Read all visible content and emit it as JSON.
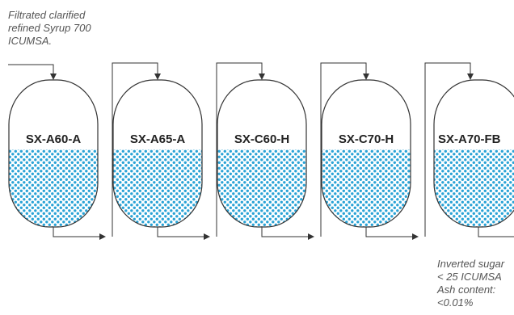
{
  "input_note": {
    "lines": [
      "Filtrated clarified",
      "refined Syrup 700",
      "ICUMSA."
    ]
  },
  "tanks": [
    {
      "label": "SX-A60-A"
    },
    {
      "label": "SX-A65-A"
    },
    {
      "label": "SX-C60-H"
    },
    {
      "label": "SX-C70-H"
    },
    {
      "label": "SX-A70-FB"
    }
  ],
  "output_note": {
    "lines": [
      "Inverted sugar",
      "< 25 ICUMSA",
      "Ash content:",
      "<0.01%"
    ]
  },
  "colors": {
    "resin": "#2aa3d6",
    "outline": "#333333",
    "text": "#222222",
    "note": "#555555"
  }
}
